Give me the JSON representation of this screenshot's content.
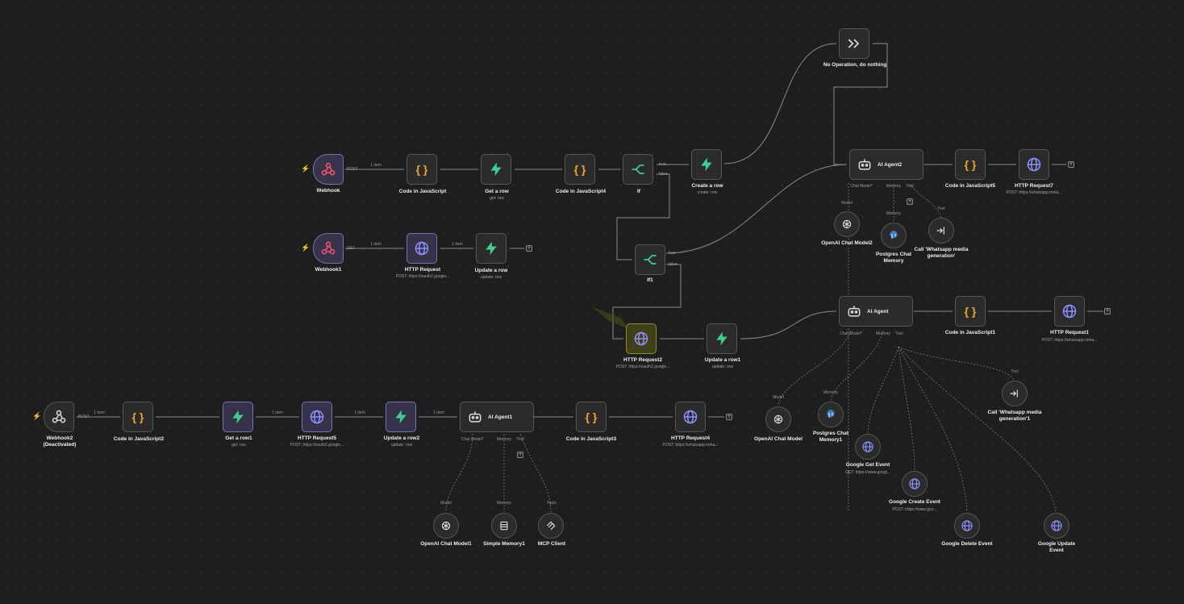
{
  "colors": {
    "canvas": "#1e1e1e",
    "webhook_icon": "#e8546a",
    "code_icon": "#f4a62a",
    "supabase_icon": "#3ecf8e",
    "http_icon": "#8c91ff",
    "if_icon": "#3ecf8e",
    "trigger_bolt": "#e05050"
  },
  "nodes": {
    "webhook": {
      "title": "Webhook",
      "port": "POST",
      "icon": "webhook-icon"
    },
    "code_js": {
      "title": "Code in JavaScript",
      "icon": "code-icon"
    },
    "get_row": {
      "title": "Get a row",
      "subtitle": "get: row",
      "icon": "supabase-icon"
    },
    "code_js4": {
      "title": "Code in JavaScript4",
      "icon": "code-icon"
    },
    "if": {
      "title": "If",
      "true_label": "true",
      "false_label": "false",
      "icon": "if-icon"
    },
    "create_row": {
      "title": "Create a row",
      "subtitle": "create: row",
      "icon": "supabase-icon"
    },
    "noop": {
      "title": "No Operation, do nothing",
      "icon": "arrow-icon"
    },
    "ai_agent2": {
      "title": "AI Agent2",
      "slot_model": "Chat Model*",
      "slot_memory": "Memory",
      "slot_tool": "Tool"
    },
    "code_js5": {
      "title": "Code in JavaScript5",
      "icon": "code-icon"
    },
    "http7": {
      "title": "HTTP Request7",
      "subtitle": "POST: https://whatsapp.mrka...",
      "icon": "globe-icon"
    },
    "openai2": {
      "title": "OpenAI Chat Model2",
      "slot": "Model"
    },
    "pg_mem": {
      "title": "Postgres Chat Memory",
      "slot": "Memory"
    },
    "call_wa": {
      "title": "Call 'Whatsapp media generation'",
      "slot": "Tool"
    },
    "webhook1": {
      "title": "Webhook1",
      "port": "GET",
      "icon": "webhook-icon"
    },
    "http": {
      "title": "HTTP Request",
      "subtitle": "POST: https://oauth2.google...",
      "icon": "globe-icon"
    },
    "update_row": {
      "title": "Update a row",
      "subtitle": "update: row",
      "icon": "supabase-icon"
    },
    "if1": {
      "title": "If1",
      "true_label": "true",
      "false_label": "false",
      "icon": "if-icon"
    },
    "http2": {
      "title": "HTTP Request2",
      "subtitle": "POST: https://oauth2.google...",
      "icon": "globe-icon"
    },
    "update_row1": {
      "title": "Update a row1",
      "subtitle": "update: row",
      "icon": "supabase-icon"
    },
    "ai_agent": {
      "title": "AI Agent",
      "slot_model": "Chat Model*",
      "slot_memory": "Memory",
      "slot_tool": "Tool"
    },
    "code_js1": {
      "title": "Code in JavaScript1",
      "icon": "code-icon"
    },
    "http1": {
      "title": "HTTP Request1",
      "subtitle": "POST: https://whatsapp.mrka...",
      "icon": "globe-icon"
    },
    "openai": {
      "title": "OpenAI Chat Model",
      "slot": "Model"
    },
    "pg_mem1": {
      "title": "Postgres Chat Memory1",
      "slot": "Memory"
    },
    "call_wa1": {
      "title": "Call 'Whatsapp media generation'1",
      "slot": "Tool"
    },
    "g_get": {
      "title": "Google Get Event",
      "subtitle": "GET: https://www.googl..."
    },
    "g_create": {
      "title": "Google Create Event",
      "subtitle": "POST: https://www.goo..."
    },
    "g_delete": {
      "title": "Google Delete Event"
    },
    "g_update": {
      "title": "Google Update Event"
    },
    "webhook2": {
      "title": "Webhook2 (Deactivated)",
      "port": "POST",
      "icon": "webhook-icon"
    },
    "code_js2": {
      "title": "Code in JavaScript2",
      "icon": "code-icon"
    },
    "get_row1": {
      "title": "Get a row1",
      "subtitle": "get: row",
      "icon": "supabase-icon"
    },
    "http5": {
      "title": "HTTP Request5",
      "subtitle": "POST: https://oauth2.google...",
      "icon": "globe-icon"
    },
    "update_row2": {
      "title": "Update a row2",
      "subtitle": "update: row",
      "icon": "supabase-icon"
    },
    "ai_agent1": {
      "title": "AI Agent1",
      "slot_model": "Chat Model*",
      "slot_memory": "Memory",
      "slot_tool": "Tool"
    },
    "code_js3": {
      "title": "Code in JavaScript3",
      "icon": "code-icon"
    },
    "http4": {
      "title": "HTTP Request4",
      "subtitle": "POST: https://whatsapp.mrka...",
      "icon": "globe-icon"
    },
    "openai1": {
      "title": "OpenAI Chat Model1",
      "slot": "Model"
    },
    "simple_mem": {
      "title": "Simple Memory1",
      "slot": "Memory"
    },
    "mcp": {
      "title": "MCP Client",
      "slot": "Tools"
    }
  },
  "edge_labels": {
    "one_item": "1 item"
  }
}
